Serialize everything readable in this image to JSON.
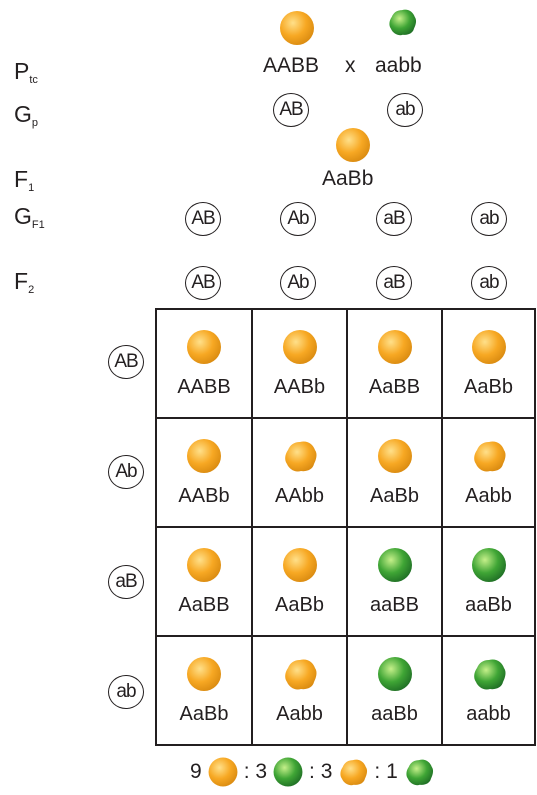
{
  "labels": {
    "ptc": {
      "main": "P",
      "sub": "tc"
    },
    "gp": {
      "main": "G",
      "sub": "p"
    },
    "f1": {
      "main": "F",
      "sub": "1"
    },
    "gf1": {
      "main": "G",
      "sub": "F1"
    },
    "f2": {
      "main": "F",
      "sub": "2"
    }
  },
  "parents": {
    "left": "AABB",
    "cross": "x",
    "right": "aabb"
  },
  "parent_gametes": [
    "AB",
    "ab"
  ],
  "f1_genotype": "AaBb",
  "f1_gametes": [
    "AB",
    "Ab",
    "aB",
    "ab"
  ],
  "f2_header_gametes": [
    "AB",
    "Ab",
    "aB",
    "ab"
  ],
  "row_gametes": [
    "AB",
    "Ab",
    "aB",
    "ab"
  ],
  "punnett": [
    [
      {
        "g": "AABB",
        "seed": "yellow-round"
      },
      {
        "g": "AABb",
        "seed": "yellow-round"
      },
      {
        "g": "AaBB",
        "seed": "yellow-round"
      },
      {
        "g": "AaBb",
        "seed": "yellow-round"
      }
    ],
    [
      {
        "g": "AABb",
        "seed": "yellow-round"
      },
      {
        "g": "AAbb",
        "seed": "yellow-wrinkled"
      },
      {
        "g": "AaBb",
        "seed": "yellow-round"
      },
      {
        "g": "Aabb",
        "seed": "yellow-wrinkled"
      }
    ],
    [
      {
        "g": "AaBB",
        "seed": "yellow-round"
      },
      {
        "g": "AaBb",
        "seed": "yellow-round"
      },
      {
        "g": "aaBB",
        "seed": "green-round"
      },
      {
        "g": "aaBb",
        "seed": "green-round"
      }
    ],
    [
      {
        "g": "AaBb",
        "seed": "yellow-round"
      },
      {
        "g": "Aabb",
        "seed": "yellow-wrinkled"
      },
      {
        "g": "aaBb",
        "seed": "green-round"
      },
      {
        "g": "aabb",
        "seed": "green-wrinkled"
      }
    ]
  ],
  "ratio": {
    "n1": "9",
    "s1": ": 3",
    "s2": ": 3",
    "s3": ": 1"
  },
  "colors": {
    "yellow": "#f7a823",
    "green": "#3fa535",
    "line": "#231f20"
  }
}
